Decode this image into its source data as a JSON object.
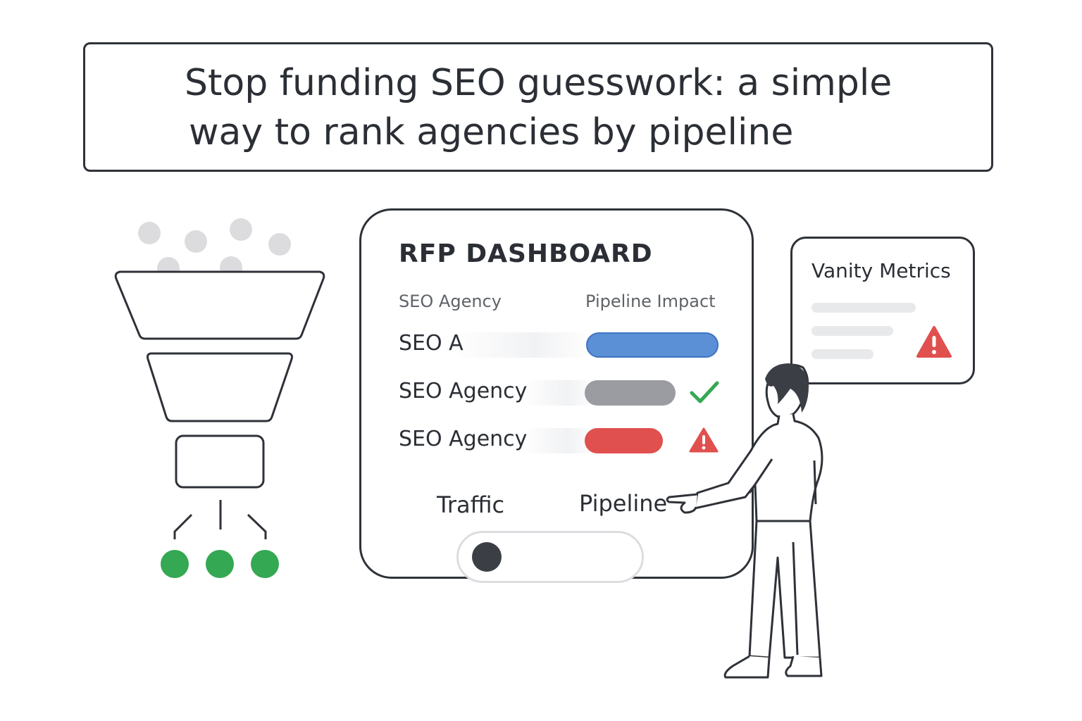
{
  "title": {
    "line1": "Stop funding SEO guesswork: a simple",
    "line2": "way to rank agencies by pipeline"
  },
  "dashboard": {
    "title": "RFP DASHBOARD",
    "column_agency": "SEO Agency",
    "column_impact": "Pipeline Impact",
    "rows": [
      {
        "label": "SEO A",
        "impact_color": "#5b8fd6",
        "status": "none"
      },
      {
        "label": "SEO Agency",
        "impact_color": "#9a9ca1",
        "status": "check-icon"
      },
      {
        "label": "SEO Agency",
        "impact_color": "#e0504e",
        "status": "warning-icon"
      }
    ],
    "toggle": {
      "left_label": "Traffic",
      "right_label": "Pipeline"
    }
  },
  "vanity": {
    "title": "Vanity Metrics"
  },
  "colors": {
    "outline": "#2e3238",
    "success": "#34a853",
    "warning": "#e0504e",
    "accent_blue": "#5b8fd6",
    "neutral_gray": "#9a9ca1",
    "input_dots": "#dcdcdf"
  }
}
